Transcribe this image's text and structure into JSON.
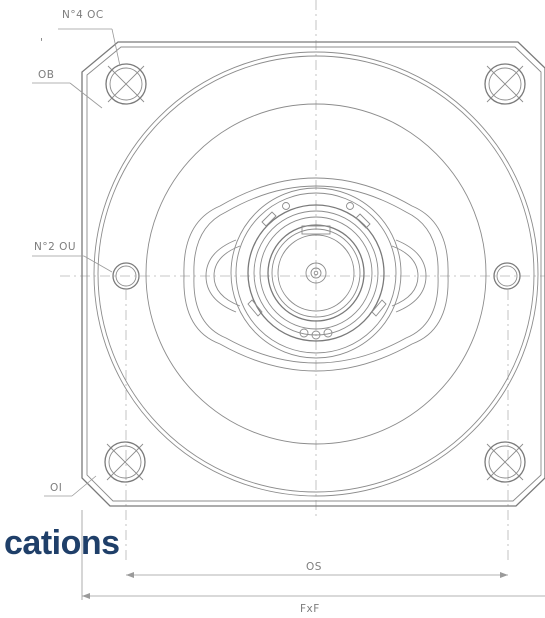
{
  "labels": {
    "corner_holes": "N°4 OC",
    "corner_chamfer": "OB",
    "side_holes": "N°2 OU",
    "pilot": "OI",
    "hole_spacing": "OS",
    "frame_size": "FxF",
    "tick_mark": "'"
  },
  "heading": {
    "partial_text": "cations"
  },
  "colors": {
    "line": "#8c8c8c",
    "heading": "#1f3f69"
  }
}
